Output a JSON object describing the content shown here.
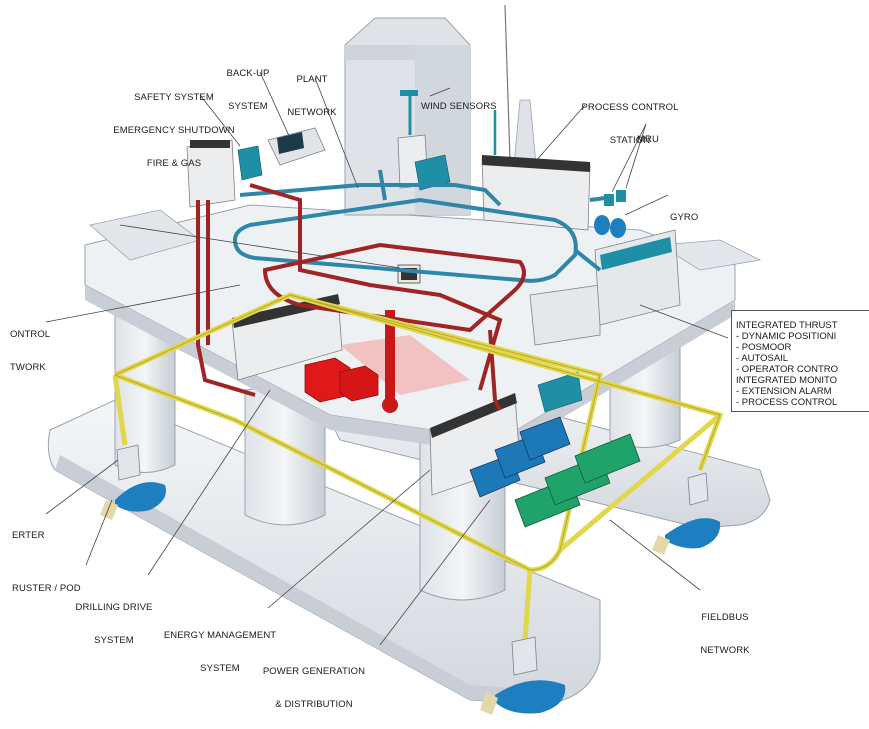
{
  "colors": {
    "hull": "#e8ebef",
    "hull_shadow": "#c9ced6",
    "hull_edge": "#9aa3ae",
    "plant_network": "#2e86a8",
    "control_network": "#a02424",
    "fieldbus": "#e2d64a",
    "thruster": "#1e7fc0",
    "engine_green": "#1fa36a",
    "engine_blue": "#1d78b8",
    "drilling": "#e01818",
    "console": "#1f8fa6"
  },
  "labels": {
    "safety_system": [
      "SAFETY SYSTEM",
      "EMERGENCY SHUTDOWN",
      "FIRE & GAS"
    ],
    "backup_system": [
      "BACK-UP",
      "SYSTEM"
    ],
    "plant_network": [
      "PLANT",
      "NETWORK"
    ],
    "wind_sensors": [
      "WIND SENSORS"
    ],
    "process_control_station": [
      "PROCESS CONTROL",
      "STATION"
    ],
    "mru": [
      "MRU"
    ],
    "gyro": [
      "GYRO"
    ],
    "control_network": [
      "ONTROL",
      "TWORK"
    ],
    "converter": [
      "ERTER"
    ],
    "thruster_pod": [
      "RUSTER / POD"
    ],
    "drilling_drive": [
      "DRILLING DRIVE",
      "SYSTEM"
    ],
    "energy_management": [
      "ENERGY MANAGEMENT",
      "SYSTEM"
    ],
    "power_generation": [
      "POWER GENERATION",
      "& DISTRIBUTION"
    ],
    "fieldbus_network": [
      "FIELDBUS",
      "NETWORK"
    ]
  },
  "integrated_box": [
    "INTEGRATED THRUST",
    "- DYNAMIC POSITIONI",
    "- POSMOOR",
    "- AUTOSAIL",
    "- OPERATOR CONTRO",
    "INTEGRATED MONITO",
    "- EXTENSION ALARM",
    "- PROCESS CONTROL"
  ]
}
